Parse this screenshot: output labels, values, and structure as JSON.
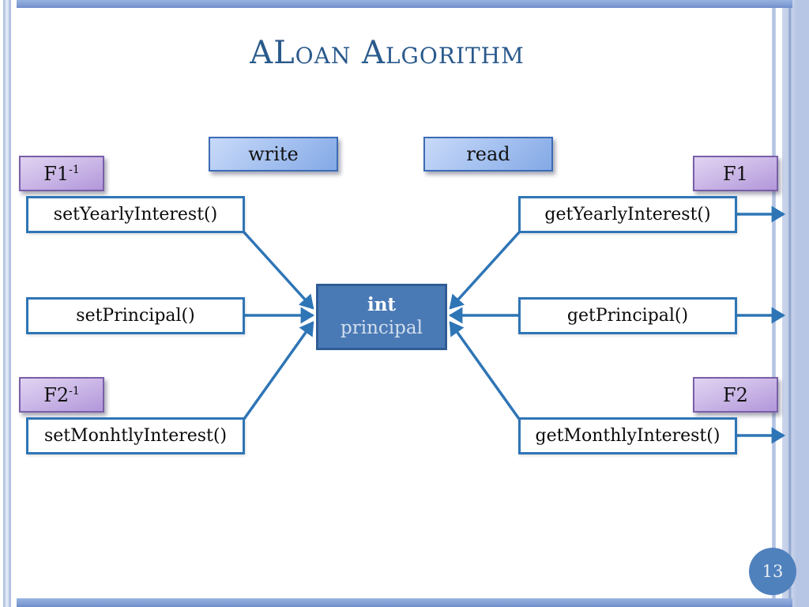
{
  "slide": {
    "title": "ALoan Algorithm",
    "page_number": "13"
  },
  "legend": {
    "write": "write",
    "read": "read"
  },
  "function_tags": {
    "f1_inverse": {
      "base": "F1",
      "sup": "-1"
    },
    "f1": {
      "base": "F1"
    },
    "f2_inverse": {
      "base": "F2",
      "sup": "-1"
    },
    "f2": {
      "base": "F2"
    }
  },
  "setters": [
    "setYearlyInterest()",
    "setPrincipal()",
    "setMonhtlyInterest()"
  ],
  "getters": [
    "getYearlyInterest()",
    "getPrincipal()",
    "getMonthlyInterest()"
  ],
  "variable": {
    "type": "int",
    "name": "principal"
  },
  "colors": {
    "title_text": "#2A5A8C",
    "arrow": "#2E75B6",
    "center_box_fill": "#4A7AB5",
    "center_box_border": "#2F5C94",
    "function_box_border": "#2E75B6",
    "legend_box_border": "#3C6CB5",
    "tag_box_border": "#7A5FA8",
    "page_circle_fill": "#4F81BD",
    "frame_blue": "#7E9BD3"
  }
}
